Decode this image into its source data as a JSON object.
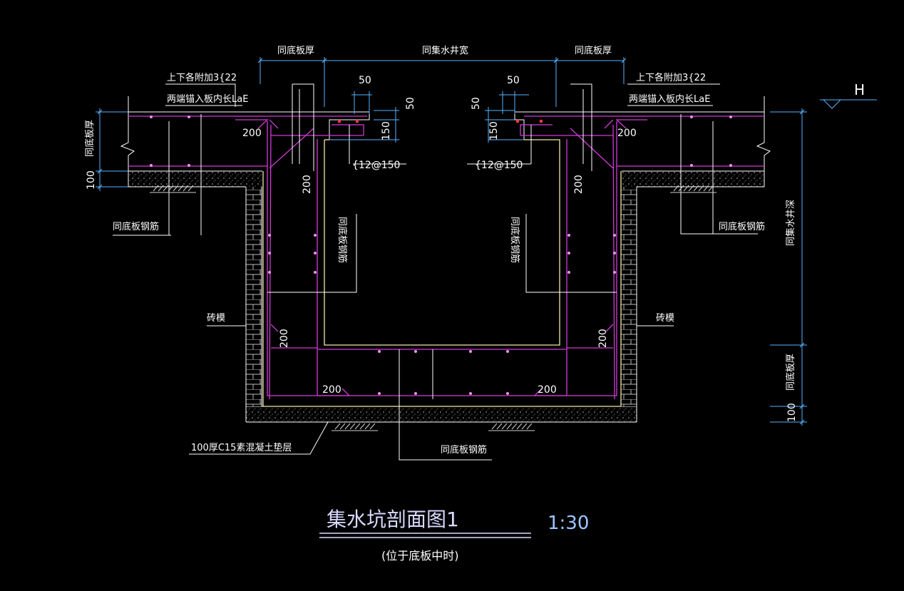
{
  "drawing": {
    "dimensions": {
      "top_left": "同底板厚",
      "top_center": "同集水井宽",
      "top_right": "同底板厚",
      "left_plate_thickness": "同底板厚",
      "left_100": "100",
      "right_pit_depth": "同集水井深",
      "right_plate_thickness": "同底板厚",
      "right_100": "100",
      "ledge_50_left_h": "50",
      "ledge_50_left_v": "50",
      "ledge_50_right_h": "50",
      "ledge_50_right_v": "50",
      "ledge_150_left": "150",
      "ledge_150_right": "150",
      "level_mark": "H"
    },
    "annotations": {
      "extra_bars_left_1": "上下各附加3{22",
      "extra_bars_left_2": "两端锚入板内长LaE",
      "extra_bars_right_1": "上下各附加3{22",
      "extra_bars_right_2": "两端锚入板内长LaE",
      "rebar_left": "{12@150",
      "rebar_right": "{12@150",
      "same_rebar_left": "同底板钢筋",
      "same_rebar_right": "同底板钢筋",
      "same_rebar_inner_left": "同底板钢筋",
      "same_rebar_inner_right": "同底板钢筋",
      "same_rebar_bottom": "同底板钢筋",
      "brick_left": "砖模",
      "brick_right": "砖模",
      "cushion": "100厚C15素混凝土垫层",
      "lap_200_a": "200",
      "lap_200_b": "200",
      "lap_200_c": "200",
      "lap_200_d": "200",
      "lap_200_e": "200",
      "lap_200_f": "200",
      "lap_200_g": "200",
      "lap_200_h": "200"
    },
    "title": {
      "main": "集水坑剖面图1",
      "scale": "1:30",
      "subtitle": "(位于底板中时)"
    }
  }
}
